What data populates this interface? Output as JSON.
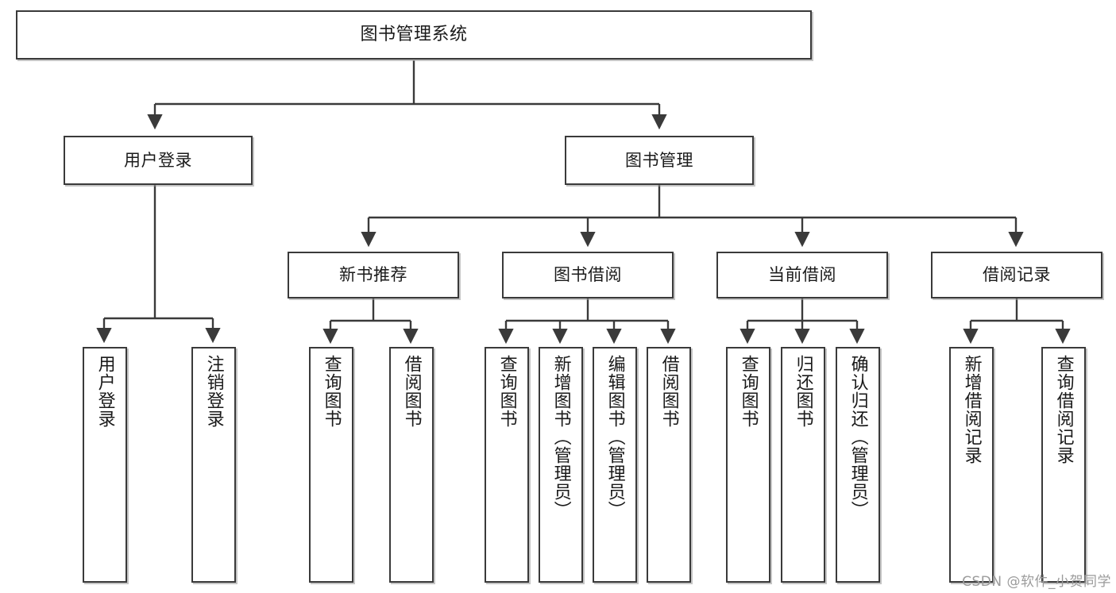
{
  "diagram": {
    "title": "图书管理系统",
    "type": "tree",
    "stroke_color": "#3a3a3a",
    "fill_color": "#ffffff",
    "text_color": "#1a1a1a",
    "shadow_color": "#969696"
  },
  "nodes": {
    "root": {
      "label": "图书管理系统",
      "level": 0,
      "orientation": "horizontal"
    },
    "user_login": {
      "label": "用户登录",
      "level": 1,
      "orientation": "horizontal"
    },
    "book_manage": {
      "label": "图书管理",
      "level": 1,
      "orientation": "horizontal"
    },
    "new_books": {
      "label": "新书推荐",
      "level": 2,
      "orientation": "horizontal"
    },
    "borrow": {
      "label": "图书借阅",
      "level": 2,
      "orientation": "horizontal"
    },
    "current": {
      "label": "当前借阅",
      "level": 2,
      "orientation": "horizontal"
    },
    "records": {
      "label": "借阅记录",
      "level": 2,
      "orientation": "horizontal"
    },
    "leaf_user_login": {
      "label": "用户登录",
      "level": 3,
      "orientation": "vertical",
      "parent": "user_login"
    },
    "leaf_user_logout": {
      "label": "注销登录",
      "level": 3,
      "orientation": "vertical",
      "parent": "user_login"
    },
    "leaf_nb_query": {
      "label": "查询图书",
      "level": 3,
      "orientation": "vertical",
      "parent": "new_books"
    },
    "leaf_nb_borrow": {
      "label": "借阅图书",
      "level": 3,
      "orientation": "vertical",
      "parent": "new_books"
    },
    "leaf_bw_query": {
      "label": "查询图书",
      "level": 3,
      "orientation": "vertical",
      "parent": "borrow"
    },
    "leaf_bw_add": {
      "label": "新增图书（管理员）",
      "level": 3,
      "orientation": "vertical",
      "parent": "borrow"
    },
    "leaf_bw_edit": {
      "label": "编辑图书（管理员）",
      "level": 3,
      "orientation": "vertical",
      "parent": "borrow"
    },
    "leaf_bw_borrow": {
      "label": "借阅图书",
      "level": 3,
      "orientation": "vertical",
      "parent": "borrow"
    },
    "leaf_cur_query": {
      "label": "查询图书",
      "level": 3,
      "orientation": "vertical",
      "parent": "current"
    },
    "leaf_cur_return": {
      "label": "归还图书",
      "level": 3,
      "orientation": "vertical",
      "parent": "current"
    },
    "leaf_cur_confirm": {
      "label": "确认归还（管理员）",
      "level": 3,
      "orientation": "vertical",
      "parent": "current"
    },
    "leaf_rec_add": {
      "label": "新增借阅记录",
      "level": 3,
      "orientation": "vertical",
      "parent": "records"
    },
    "leaf_rec_query": {
      "label": "查询借阅记录",
      "level": 3,
      "orientation": "vertical",
      "parent": "records"
    }
  },
  "edges": [
    {
      "from": "root",
      "to": "user_login"
    },
    {
      "from": "root",
      "to": "book_manage"
    },
    {
      "from": "user_login",
      "to": "leaf_user_login"
    },
    {
      "from": "user_login",
      "to": "leaf_user_logout"
    },
    {
      "from": "book_manage",
      "to": "new_books"
    },
    {
      "from": "book_manage",
      "to": "borrow"
    },
    {
      "from": "book_manage",
      "to": "current"
    },
    {
      "from": "book_manage",
      "to": "records"
    },
    {
      "from": "new_books",
      "to": "leaf_nb_query"
    },
    {
      "from": "new_books",
      "to": "leaf_nb_borrow"
    },
    {
      "from": "borrow",
      "to": "leaf_bw_query"
    },
    {
      "from": "borrow",
      "to": "leaf_bw_add"
    },
    {
      "from": "borrow",
      "to": "leaf_bw_edit"
    },
    {
      "from": "borrow",
      "to": "leaf_bw_borrow"
    },
    {
      "from": "current",
      "to": "leaf_cur_query"
    },
    {
      "from": "current",
      "to": "leaf_cur_return"
    },
    {
      "from": "current",
      "to": "leaf_cur_confirm"
    },
    {
      "from": "records",
      "to": "leaf_rec_add"
    },
    {
      "from": "records",
      "to": "leaf_rec_query"
    }
  ],
  "watermark": {
    "text": "CSDN @软件_小贺同学"
  }
}
